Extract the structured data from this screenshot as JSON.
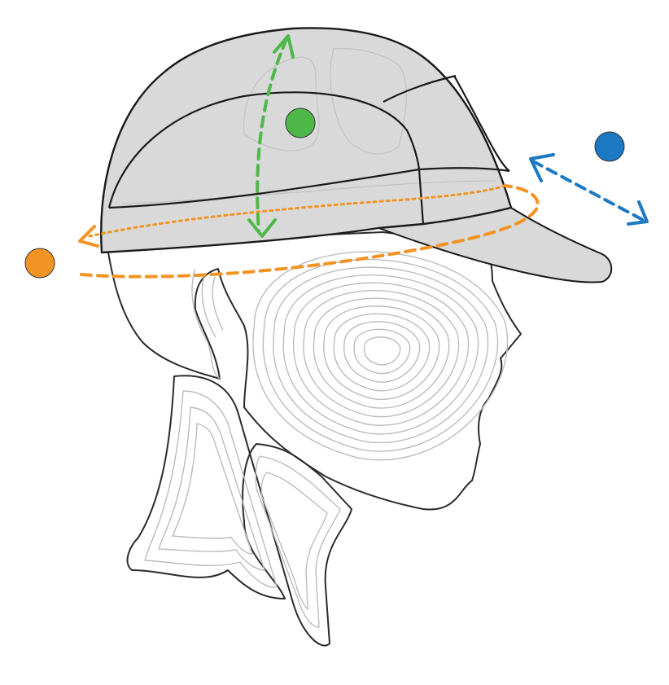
{
  "diagram": {
    "subject": "cap-measurement-guide",
    "colors": {
      "cap_fill": "#d9d9d9",
      "cap_stroke": "#1a1a1a",
      "contour_stroke": "#b7b7b7",
      "outline_stroke": "#2b2b2b",
      "circumference": "#f29423",
      "depth": "#4db848",
      "brim": "#1b78c2"
    },
    "markers": [
      {
        "id": "circumference",
        "icon": "orange-dot",
        "color": "#f29423"
      },
      {
        "id": "depth",
        "icon": "green-dot",
        "color": "#4db848"
      },
      {
        "id": "brim",
        "icon": "blue-dot",
        "color": "#1b78c2"
      }
    ]
  }
}
